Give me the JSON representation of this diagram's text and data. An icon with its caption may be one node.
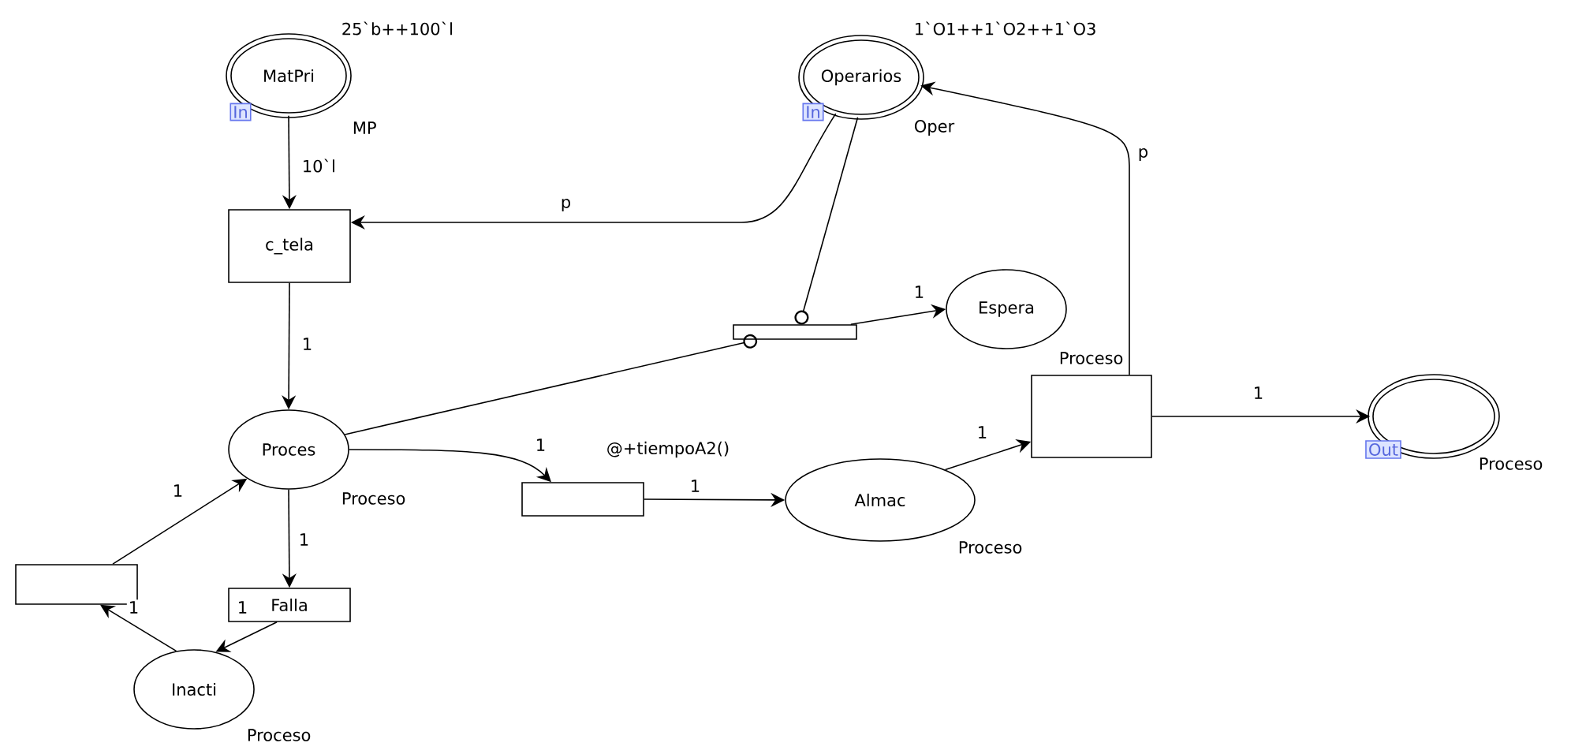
{
  "diagram": {
    "nodes": [
      {
        "text": [
          "MatPri"
        ],
        "beside": [
          "25`b++100`l",
          "In",
          "MP"
        ]
      },
      {
        "text": [
          "Operarios"
        ],
        "beside": [
          "1`O1++1`O2++1`O3",
          "In",
          "Oper"
        ]
      },
      {
        "text": [
          "c_tela"
        ]
      },
      {
        "text": [
          "Espera"
        ]
      },
      {
        "text": [],
        "shape": "bar"
      },
      {
        "text": [
          "Proces"
        ],
        "beside": [
          "Proceso"
        ]
      },
      {
        "text": [],
        "shape": "box",
        "beside": [
          "@+tiempoA2()"
        ]
      },
      {
        "text": [
          "Almac"
        ],
        "beside": [
          "Proceso"
        ]
      },
      {
        "text": [],
        "shape": "box",
        "beside": [
          "Proceso"
        ]
      },
      {
        "text": [],
        "shape": "circle",
        "beside": [
          "Out",
          "Proceso"
        ]
      },
      {
        "text": [],
        "shape": "box"
      },
      {
        "text": [
          "Falla"
        ]
      },
      {
        "text": [
          "Inacti"
        ],
        "beside": [
          "Proceso"
        ]
      }
    ],
    "edges": [
      {
        "from": 0,
        "to": 2,
        "arrow": "to",
        "label": "10`l"
      },
      {
        "from": 1,
        "to": 2,
        "arrow": "to",
        "label": "p"
      },
      {
        "from": 1,
        "to": 4,
        "arrow": "other"
      },
      {
        "from": 5,
        "to": 4,
        "arrow": "other"
      },
      {
        "from": 4,
        "to": 3,
        "arrow": "to",
        "label": "1"
      },
      {
        "from": 2,
        "to": 5,
        "arrow": "to",
        "label": "1"
      },
      {
        "from": 5,
        "to": 6,
        "arrow": "to",
        "label": "1"
      },
      {
        "from": 6,
        "to": 7,
        "arrow": "to",
        "label": "1"
      },
      {
        "from": 7,
        "to": 8,
        "arrow": "to",
        "label": "1"
      },
      {
        "from": 8,
        "to": 1,
        "arrow": "to",
        "label": "p"
      },
      {
        "from": 8,
        "to": 9,
        "arrow": "to",
        "label": "1"
      },
      {
        "from": 5,
        "to": 11,
        "arrow": "to",
        "label": "1"
      },
      {
        "from": 11,
        "to": 12,
        "arrow": "to",
        "label": "1"
      },
      {
        "from": 12,
        "to": 10,
        "arrow": "to",
        "label": "1"
      },
      {
        "from": 10,
        "to": 5,
        "arrow": "to",
        "label": "1"
      }
    ]
  }
}
